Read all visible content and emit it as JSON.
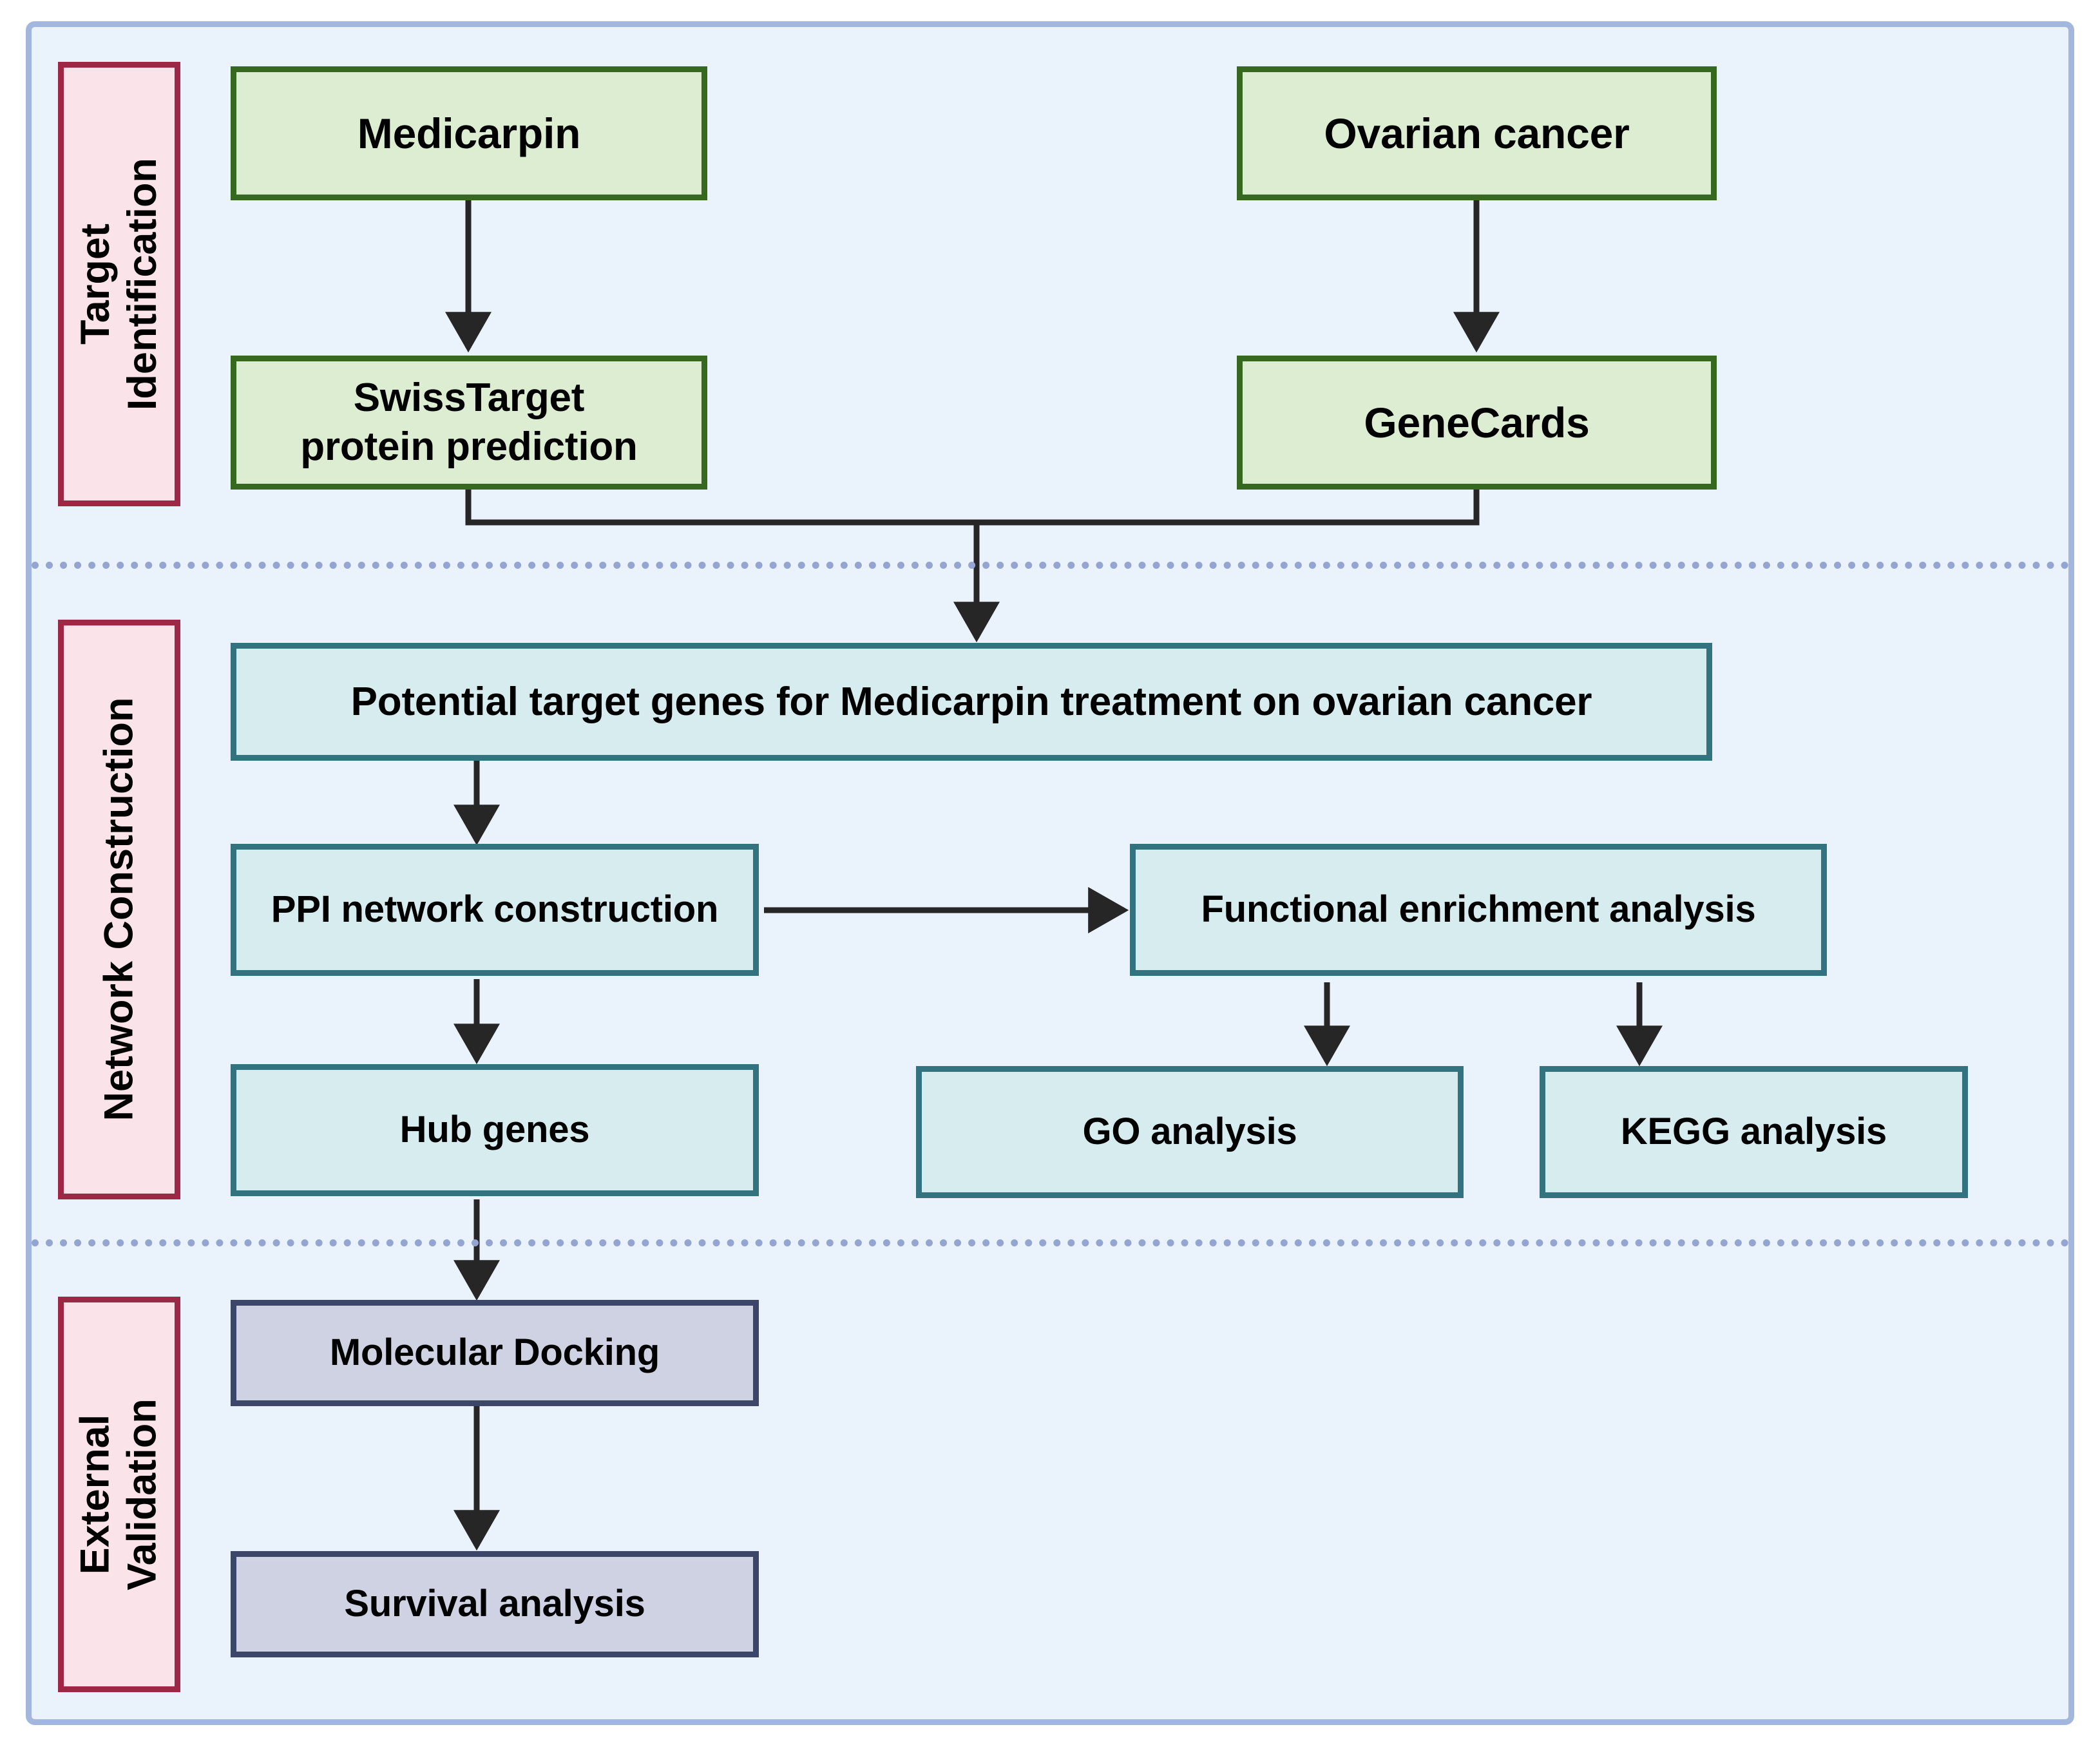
{
  "diagram": {
    "title_present": false,
    "frame": {
      "background": "#eaf2fb",
      "border_color": "#a3b6dd"
    },
    "palette": {
      "green_fill": "#dcedd2",
      "green_border": "#36681f",
      "teal_fill": "#d6ecef",
      "teal_border": "#33727f",
      "purple_fill": "#ced2e2",
      "purple_border": "#3b4668",
      "stage_fill": "#fbe3ea",
      "stage_border": "#9c2845",
      "divider_color": "#93a5d0",
      "arrow_color": "#262626"
    },
    "stages": [
      {
        "id": "target-identification",
        "label": "Target\nIdentification"
      },
      {
        "id": "network-construction",
        "label": "Network Construction"
      },
      {
        "id": "external-validation",
        "label": "External\nValidation"
      }
    ],
    "nodes": [
      {
        "id": "medicarpin",
        "label": "Medicarpin",
        "style": "green"
      },
      {
        "id": "ovarian-cancer",
        "label": "Ovarian cancer",
        "style": "green"
      },
      {
        "id": "swisstarget",
        "label": "SwissTarget\nprotein prediction",
        "style": "green"
      },
      {
        "id": "genecards",
        "label": "GeneCards",
        "style": "green"
      },
      {
        "id": "potential-target-genes",
        "label": "Potential target genes for Medicarpin treatment on ovarian cancer",
        "style": "teal"
      },
      {
        "id": "ppi-network-construction",
        "label": "PPI network construction",
        "style": "teal"
      },
      {
        "id": "functional-enrichment-analysis",
        "label": "Functional enrichment analysis",
        "style": "teal"
      },
      {
        "id": "hub-genes",
        "label": "Hub genes",
        "style": "teal"
      },
      {
        "id": "go-analysis",
        "label": "GO analysis",
        "style": "teal"
      },
      {
        "id": "kegg-analysis",
        "label": "KEGG analysis",
        "style": "teal"
      },
      {
        "id": "molecular-docking",
        "label": "Molecular Docking",
        "style": "purple"
      },
      {
        "id": "survival-analysis",
        "label": "Survival analysis",
        "style": "purple"
      }
    ],
    "edges": [
      {
        "from": "medicarpin",
        "to": "swisstarget"
      },
      {
        "from": "ovarian-cancer",
        "to": "genecards"
      },
      {
        "from": "swisstarget",
        "to": "potential-target-genes"
      },
      {
        "from": "genecards",
        "to": "potential-target-genes"
      },
      {
        "from": "potential-target-genes",
        "to": "ppi-network-construction"
      },
      {
        "from": "ppi-network-construction",
        "to": "functional-enrichment-analysis"
      },
      {
        "from": "ppi-network-construction",
        "to": "hub-genes"
      },
      {
        "from": "functional-enrichment-analysis",
        "to": "go-analysis"
      },
      {
        "from": "functional-enrichment-analysis",
        "to": "kegg-analysis"
      },
      {
        "from": "hub-genes",
        "to": "molecular-docking"
      },
      {
        "from": "molecular-docking",
        "to": "survival-analysis"
      }
    ]
  }
}
